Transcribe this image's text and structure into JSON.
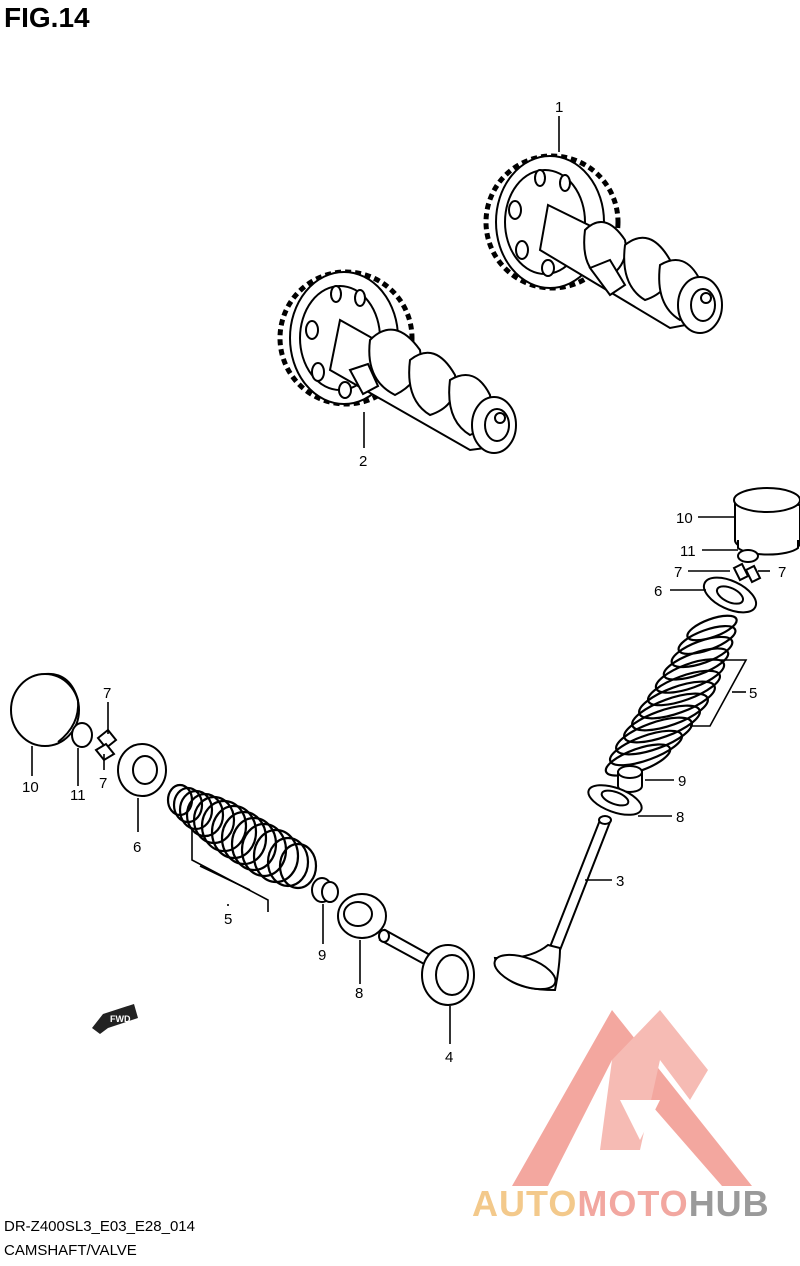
{
  "figure": {
    "title": "FIG.14",
    "code": "DR-Z400SL3_E03_E28_014",
    "name": "CAMSHAFT/VALVE"
  },
  "watermark": {
    "part1": "AUTO",
    "part2": "MOTO",
    "part3": "HUB",
    "colors": {
      "auto": "#f3c98b",
      "moto": "#f2a7a0",
      "hub": "#9a9a9a",
      "logo": "#f08a80"
    }
  },
  "fwd_label": "FWD",
  "callouts": [
    {
      "id": "c1",
      "label": "1"
    },
    {
      "id": "c2",
      "label": "2"
    },
    {
      "id": "c3",
      "label": "3"
    },
    {
      "id": "c4",
      "label": "4"
    },
    {
      "id": "c5a",
      "label": "5"
    },
    {
      "id": "c5b",
      "label": "5"
    },
    {
      "id": "c6a",
      "label": "6"
    },
    {
      "id": "c6b",
      "label": "6"
    },
    {
      "id": "c7a",
      "label": "7"
    },
    {
      "id": "c7b",
      "label": "7"
    },
    {
      "id": "c7c",
      "label": "7"
    },
    {
      "id": "c7d",
      "label": "7"
    },
    {
      "id": "c8a",
      "label": "8"
    },
    {
      "id": "c8b",
      "label": "8"
    },
    {
      "id": "c9a",
      "label": "9"
    },
    {
      "id": "c9b",
      "label": "9"
    },
    {
      "id": "c10a",
      "label": "10"
    },
    {
      "id": "c10b",
      "label": "10"
    },
    {
      "id": "c11a",
      "label": "11"
    },
    {
      "id": "c11b",
      "label": "11"
    }
  ]
}
